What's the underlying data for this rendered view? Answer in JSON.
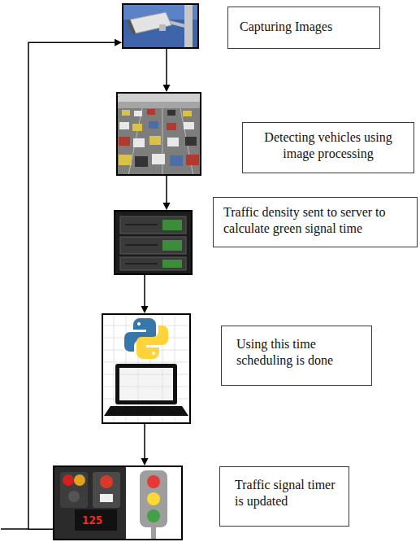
{
  "diagram": {
    "nodes": [
      {
        "text": [
          "Capturing Images"
        ]
      },
      {
        "text": [
          "Detecting vehicles using image processing"
        ]
      },
      {
        "text": [
          "Traffic density sent to server to calculate green signal time"
        ]
      },
      {
        "text": [
          "Using this time scheduling is done"
        ]
      },
      {
        "text": [
          "Traffic signal timer is updated"
        ]
      }
    ],
    "edges": [
      {
        "from": 0,
        "to": 1,
        "arrow": "to"
      },
      {
        "from": 1,
        "to": 2,
        "arrow": "to"
      },
      {
        "from": 2,
        "to": 3,
        "arrow": "to"
      },
      {
        "from": 3,
        "to": 4,
        "arrow": "to"
      },
      {
        "from": 4,
        "to": 0,
        "arrow": "to"
      }
    ],
    "labels": [
      "125"
    ]
  }
}
